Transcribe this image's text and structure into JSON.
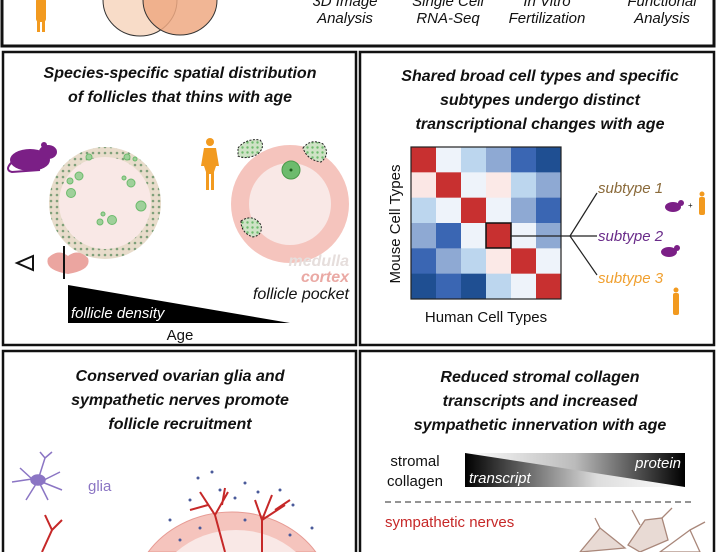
{
  "top_strip": {
    "methods": [
      {
        "line1": "3D Image",
        "line2": "Analysis"
      },
      {
        "line1": "Single Cell",
        "line2": "RNA-Seq"
      },
      {
        "line1": "In Vitro",
        "line2": "Fertilization"
      },
      {
        "line1": "Functional",
        "line2": "Analysis"
      }
    ]
  },
  "panel_spatial": {
    "title_lines": [
      "Species-specific spatial distribution",
      "of follicles that thins with age"
    ],
    "legend": {
      "medulla": "medulla",
      "cortex": "cortex",
      "follicle_pocket": "follicle pocket"
    },
    "gradient_label": "follicle density",
    "axis_label": "Age",
    "colors": {
      "medulla": "#f7e6e4",
      "cortex": "#f5c4bd",
      "follicle": "#6dbb6d",
      "mouse": "#7b1f86",
      "human": "#f29a1f"
    }
  },
  "panel_celltypes": {
    "title_lines": [
      "Shared broad cell types and specific",
      "subtypes undergo distinct",
      "transcriptional changes with age"
    ],
    "y_label": "Mouse Cell Types",
    "x_label": "Human Cell Types",
    "heatmap_colors": [
      [
        "#c83030",
        "#eef3fa",
        "#bcd6ee",
        "#8ea9d3",
        "#3a66b3",
        "#1f4f92"
      ],
      [
        "#fbe7e5",
        "#c83030",
        "#eef3fa",
        "#fbe9e7",
        "#bcd6ee",
        "#8ea9d3"
      ],
      [
        "#bcd6ee",
        "#eef3fa",
        "#c83030",
        "#eef3fa",
        "#8ea9d3",
        "#3a66b3"
      ],
      [
        "#8ea9d3",
        "#3a66b3",
        "#eef3fa",
        "#c83030",
        "#eef3fa",
        "#8ea9d3"
      ],
      [
        "#3a66b3",
        "#8ea9d3",
        "#bcd6ee",
        "#fbe9e7",
        "#c83030",
        "#eef3fa"
      ],
      [
        "#1f4f92",
        "#3a66b3",
        "#1f4f92",
        "#bcd6ee",
        "#eef3fa",
        "#c83030"
      ]
    ],
    "subtypes": [
      {
        "label": "subtype 1",
        "color": "#8a6a3a"
      },
      {
        "label": "subtype 2",
        "color": "#6a2c8a"
      },
      {
        "label": "subtype 3",
        "color": "#f0a030"
      }
    ]
  },
  "panel_glia": {
    "title_lines": [
      "Conserved ovarian glia and",
      "sympathetic nerves promote",
      "follicle recruitment"
    ],
    "glia_label": "glia"
  },
  "panel_collagen": {
    "title_lines": [
      "Reduced stromal collagen",
      "transcripts and increased",
      "sympathetic innervation with age"
    ],
    "row_label_lines": [
      "stromal",
      "collagen"
    ],
    "transcript_label": "transcript",
    "protein_label": "protein",
    "nerves_label": "sympathetic nerves",
    "nerves_color": "#c62828"
  }
}
